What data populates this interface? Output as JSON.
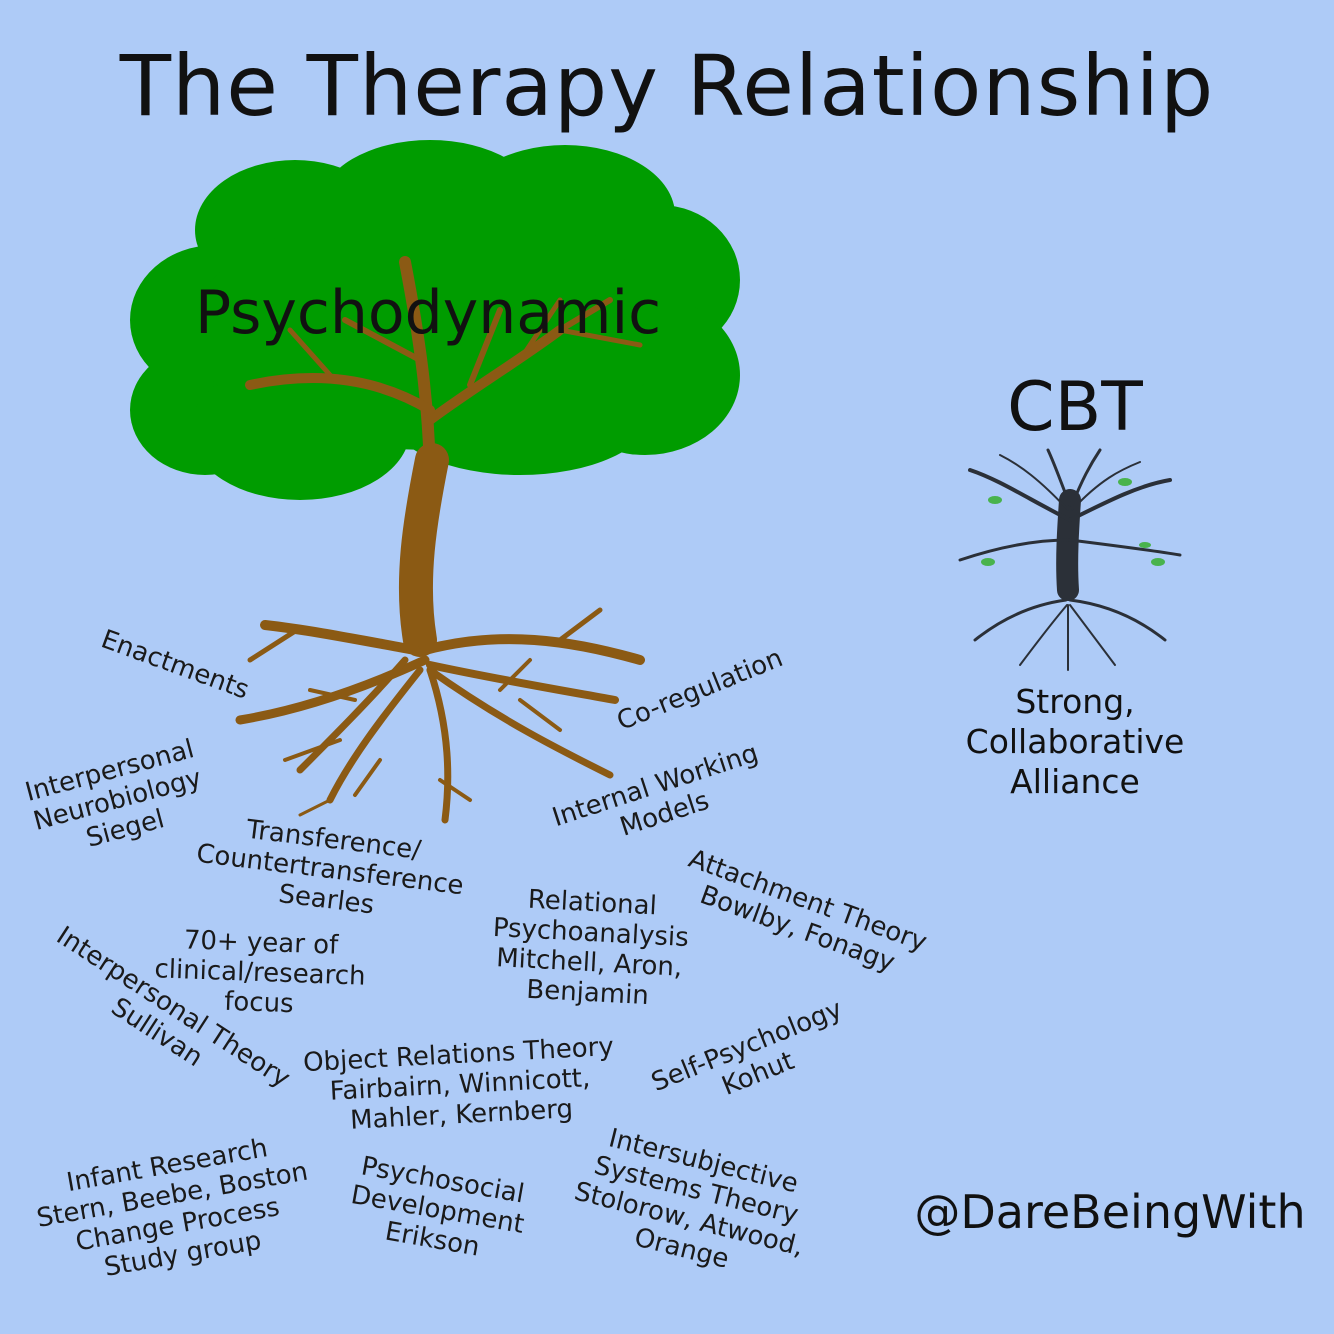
{
  "title": "The Therapy Relationship",
  "psychodynamic": {
    "label": "Psychodynamic",
    "roots": [
      {
        "id": "enactments",
        "lines": [
          "Enactments"
        ]
      },
      {
        "id": "coregulation",
        "lines": [
          "Co-regulation"
        ]
      },
      {
        "id": "ipnb",
        "lines": [
          "Interpersonal",
          "Neurobiology",
          "Siegel"
        ]
      },
      {
        "id": "iwm",
        "lines": [
          "Internal Working",
          "Models"
        ]
      },
      {
        "id": "transference",
        "lines": [
          "Transference/",
          "Countertransference",
          "Searles"
        ]
      },
      {
        "id": "attachment",
        "lines": [
          "Attachment Theory",
          "Bowlby, Fonagy"
        ]
      },
      {
        "id": "relational",
        "lines": [
          "Relational",
          "Psychoanalysis",
          "Mitchell, Aron,",
          "Benjamin"
        ]
      },
      {
        "id": "seventy",
        "lines": [
          "70+ year of",
          "clinical/research",
          "focus"
        ]
      },
      {
        "id": "interpersonal-theory",
        "lines": [
          "Interpersonal Theory",
          "Sullivan"
        ]
      },
      {
        "id": "object-relations",
        "lines": [
          "Object Relations Theory",
          "Fairbairn, Winnicott,",
          "Mahler, Kernberg"
        ]
      },
      {
        "id": "self-psychology",
        "lines": [
          "Self-Psychology",
          "Kohut"
        ]
      },
      {
        "id": "infant",
        "lines": [
          "Infant Research",
          "Stern, Beebe, Boston",
          "Change Process",
          "Study group"
        ]
      },
      {
        "id": "psychosocial",
        "lines": [
          "Psychosocial",
          "Development",
          "Erikson"
        ]
      },
      {
        "id": "intersubjective",
        "lines": [
          "Intersubjective",
          "Systems Theory",
          "Stolorow, Atwood,",
          "Orange"
        ]
      }
    ]
  },
  "cbt": {
    "label": "CBT",
    "alliance_lines": [
      "Strong,",
      "Collaborative",
      "Alliance"
    ]
  },
  "handle": "@DareBeingWith",
  "colors": {
    "background": "#aecbf7",
    "crown": "#009c00",
    "trunk": "#8b5a14",
    "small_tree": "#2b3038",
    "small_leaf": "#49b34d"
  }
}
